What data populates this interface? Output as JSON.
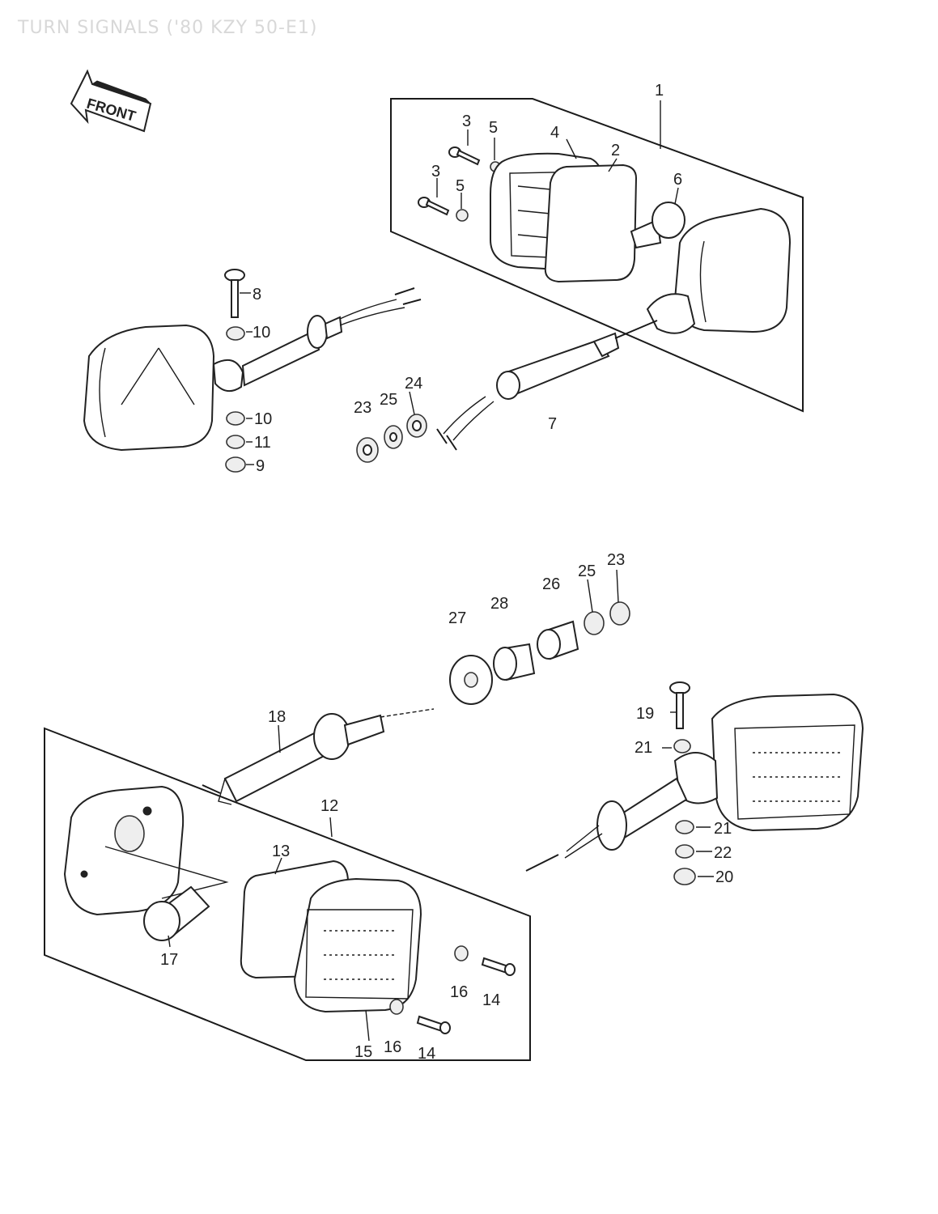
{
  "title": "TURN SIGNALS ('80 KZY 50-E1)",
  "front_label": "FRONT",
  "callouts": {
    "c1": "1",
    "c2": "2",
    "c3a": "3",
    "c3b": "3",
    "c4": "4",
    "c5a": "5",
    "c5b": "5",
    "c6": "6",
    "c7": "7",
    "c8": "8",
    "c9": "9",
    "c10a": "10",
    "c10b": "10",
    "c11": "11",
    "c12": "12",
    "c13": "13",
    "c14a": "14",
    "c14b": "14",
    "c15": "15",
    "c16a": "16",
    "c16b": "16",
    "c17": "17",
    "c18": "18",
    "c19": "19",
    "c20": "20",
    "c21a": "21",
    "c21b": "21",
    "c22": "22",
    "c23a": "23",
    "c23b": "23",
    "c24": "24",
    "c25a": "25",
    "c25b": "25",
    "c26": "26",
    "c27": "27",
    "c28": "28"
  }
}
